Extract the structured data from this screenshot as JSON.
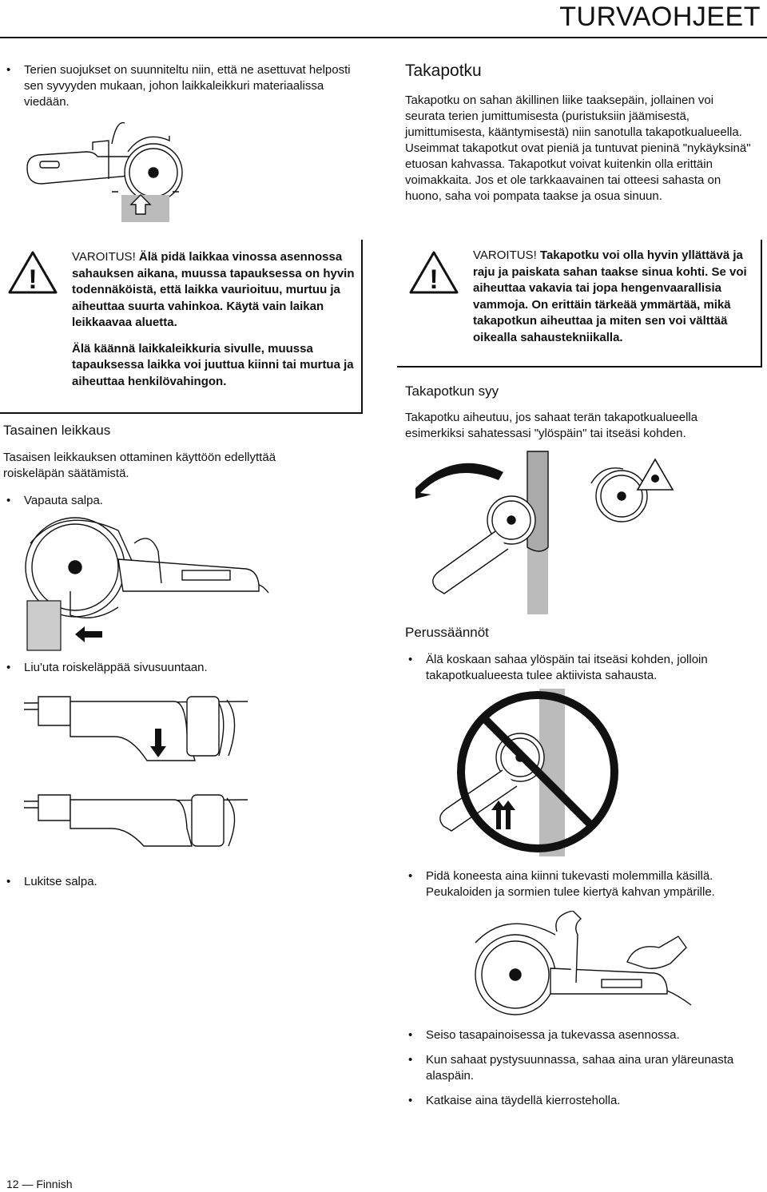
{
  "header": {
    "title": "TURVAOHJEET"
  },
  "left": {
    "bullet_guards": "Terien suojukset on suunniteltu niin, että ne asettuvat helposti sen syvyyden mukaan, johon laikkaleikkuri materiaalissa viedään.",
    "warning1": {
      "label": "VAROITUS!",
      "text1": " Älä pidä laikkaa vinossa asennossa sahauksen aikana, muussa tapauksessa on hyvin todennäköistä, että laikka vaurioituu, murtuu ja aiheuttaa suurta vahinkoa. Käytä vain laikan leikkaavaa aluetta.",
      "text2": "Älä käännä laikkaleikkuria sivulle, muussa tapauksessa laikka voi juuttua kiinni tai murtua ja aiheuttaa henkilövahingon."
    },
    "flat_cut_heading": "Tasainen leikkaus",
    "flat_cut_intro": "Tasaisen leikkauksen ottaminen käyttöön edellyttää roiskeläpän säätämistä.",
    "bullet_release": "Vapauta salpa.",
    "bullet_flap": "Liu'uta roiskeläppää sivusuuntaan.",
    "bullet_lock": "Lukitse salpa."
  },
  "right": {
    "kickback_heading": "Takapotku",
    "kickback_text": "Takapotku on sahan äkillinen liike taaksepäin, jollainen voi seurata terien jumittumisesta (puristuksiin jäämisestä, jumittumisesta, kääntymisestä) niin sanotulla takapotkualueella. Useimmat takapotkut ovat pieniä ja tuntuvat pieninä \"nykäyksinä\" etuosan kahvassa. Takapotkut voivat kuitenkin olla erittäin voimakkaita. Jos et ole tarkkaavainen tai otteesi sahasta on huono, saha voi pompata taakse ja osua sinuun.",
    "warning2": {
      "label": "VAROITUS!",
      "text": " Takapotku voi olla hyvin yllättävä ja raju ja paiskata sahan taakse sinua kohti. Se voi aiheuttaa vakavia tai jopa hengenvaarallisia vammoja. On erittäin tärkeää ymmärtää, mikä takapotkun aiheuttaa ja miten sen voi välttää oikealla sahaustekniikalla."
    },
    "cause_heading": "Takapotkun syy",
    "cause_text": "Takapotku aiheutuu, jos sahaat terän takapotkualueella esimerkiksi sahatessasi \"ylöspäin\" tai itseäsi kohden.",
    "basics_heading": "Perussäännöt",
    "bullet_never": "Älä koskaan sahaa ylöspäin tai itseäsi kohden, jolloin takapotkualueesta tulee aktiivista sahausta.",
    "bullet_grip": "Pidä koneesta aina kiinni tukevasti molemmilla käsillä. Peukaloiden ja sormien tulee kiertyä kahvan ympärille.",
    "bullet_stance": "Seiso tasapainoisessa ja tukevassa asennossa.",
    "bullet_vertical": "Kun sahaat pystysuunnassa, sahaa aina uran yläreunasta alaspäin.",
    "bullet_speed": "Katkaise aina täydellä kierrosteholla."
  },
  "footer": {
    "page": "12",
    "dash": "—",
    "lang": "Finnish"
  },
  "bullet_char": "•",
  "warning_mark": "!"
}
